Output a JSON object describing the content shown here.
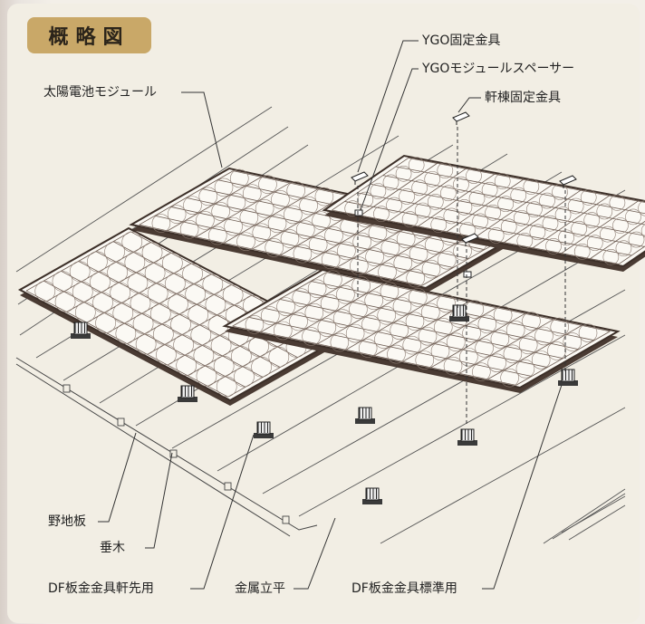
{
  "title": "概略図",
  "labels": {
    "ygo_clamp": "YGO固定金具",
    "ygo_spacer": "YGOモジュールスペーサー",
    "eave_ridge_clamp": "軒棟固定金具",
    "solar_module": "太陽電池モジュール",
    "sheathing_board": "野地板",
    "rafter": "垂木",
    "df_eave_bracket": "DF板金金具軒先用",
    "metal_standing_seam": "金属立平",
    "df_standard_bracket": "DF板金金具標準用"
  }
}
